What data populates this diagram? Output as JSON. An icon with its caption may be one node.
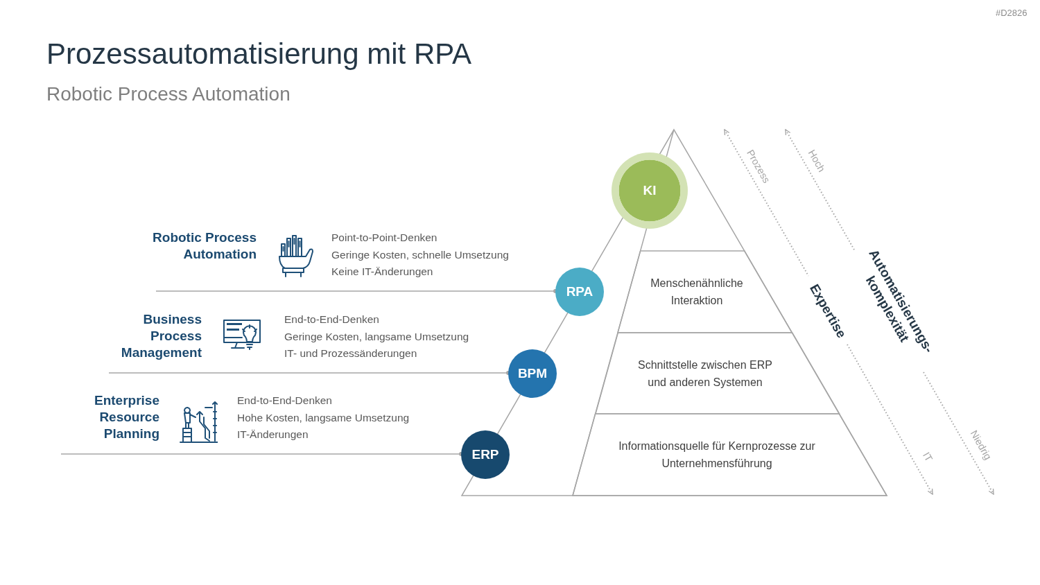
{
  "diagram": {
    "title": "Prozessautomatisierung mit RPA",
    "nodes": [
      {
        "text": [
          "KI"
        ]
      },
      {
        "text": [
          "RPA"
        ]
      },
      {
        "text": [
          "BPM"
        ]
      },
      {
        "text": [
          "ERP"
        ]
      },
      {
        "text": [
          "Menschenähnliche Interaktion"
        ]
      },
      {
        "text": [
          "Schnittstelle zwischen ERP und anderen Systemen"
        ]
      },
      {
        "text": [
          "Informationsquelle für Kernprozesse zur Unternehmensführung"
        ]
      },
      {
        "text": [
          "Robotic Process Automation",
          "Point-to-Point-Denken",
          "Geringe Kosten, schnelle Umsetzung",
          "Keine IT-Änderungen"
        ]
      },
      {
        "text": [
          "Business Process Management",
          "End-to-End-Denken",
          "Geringe Kosten, langsame Umsetzung",
          "IT- und Prozessänderungen"
        ]
      },
      {
        "text": [
          "Enterprise Resource Planning",
          "End-to-End-Denken",
          "Hohe Kosten, langsame Umsetzung",
          "IT-Änderungen"
        ]
      }
    ],
    "edges": [
      {
        "from": 7,
        "to": 1,
        "arrow": "other"
      },
      {
        "from": 8,
        "to": 2,
        "arrow": "other"
      },
      {
        "from": 9,
        "to": 3,
        "arrow": "other"
      }
    ],
    "labels": [
      "#D2826",
      "Robotic Process Automation",
      "Prozess",
      "Hoch",
      "Automatisierungs- komplexität",
      "Expertise",
      "IT",
      "Niedrig"
    ]
  }
}
